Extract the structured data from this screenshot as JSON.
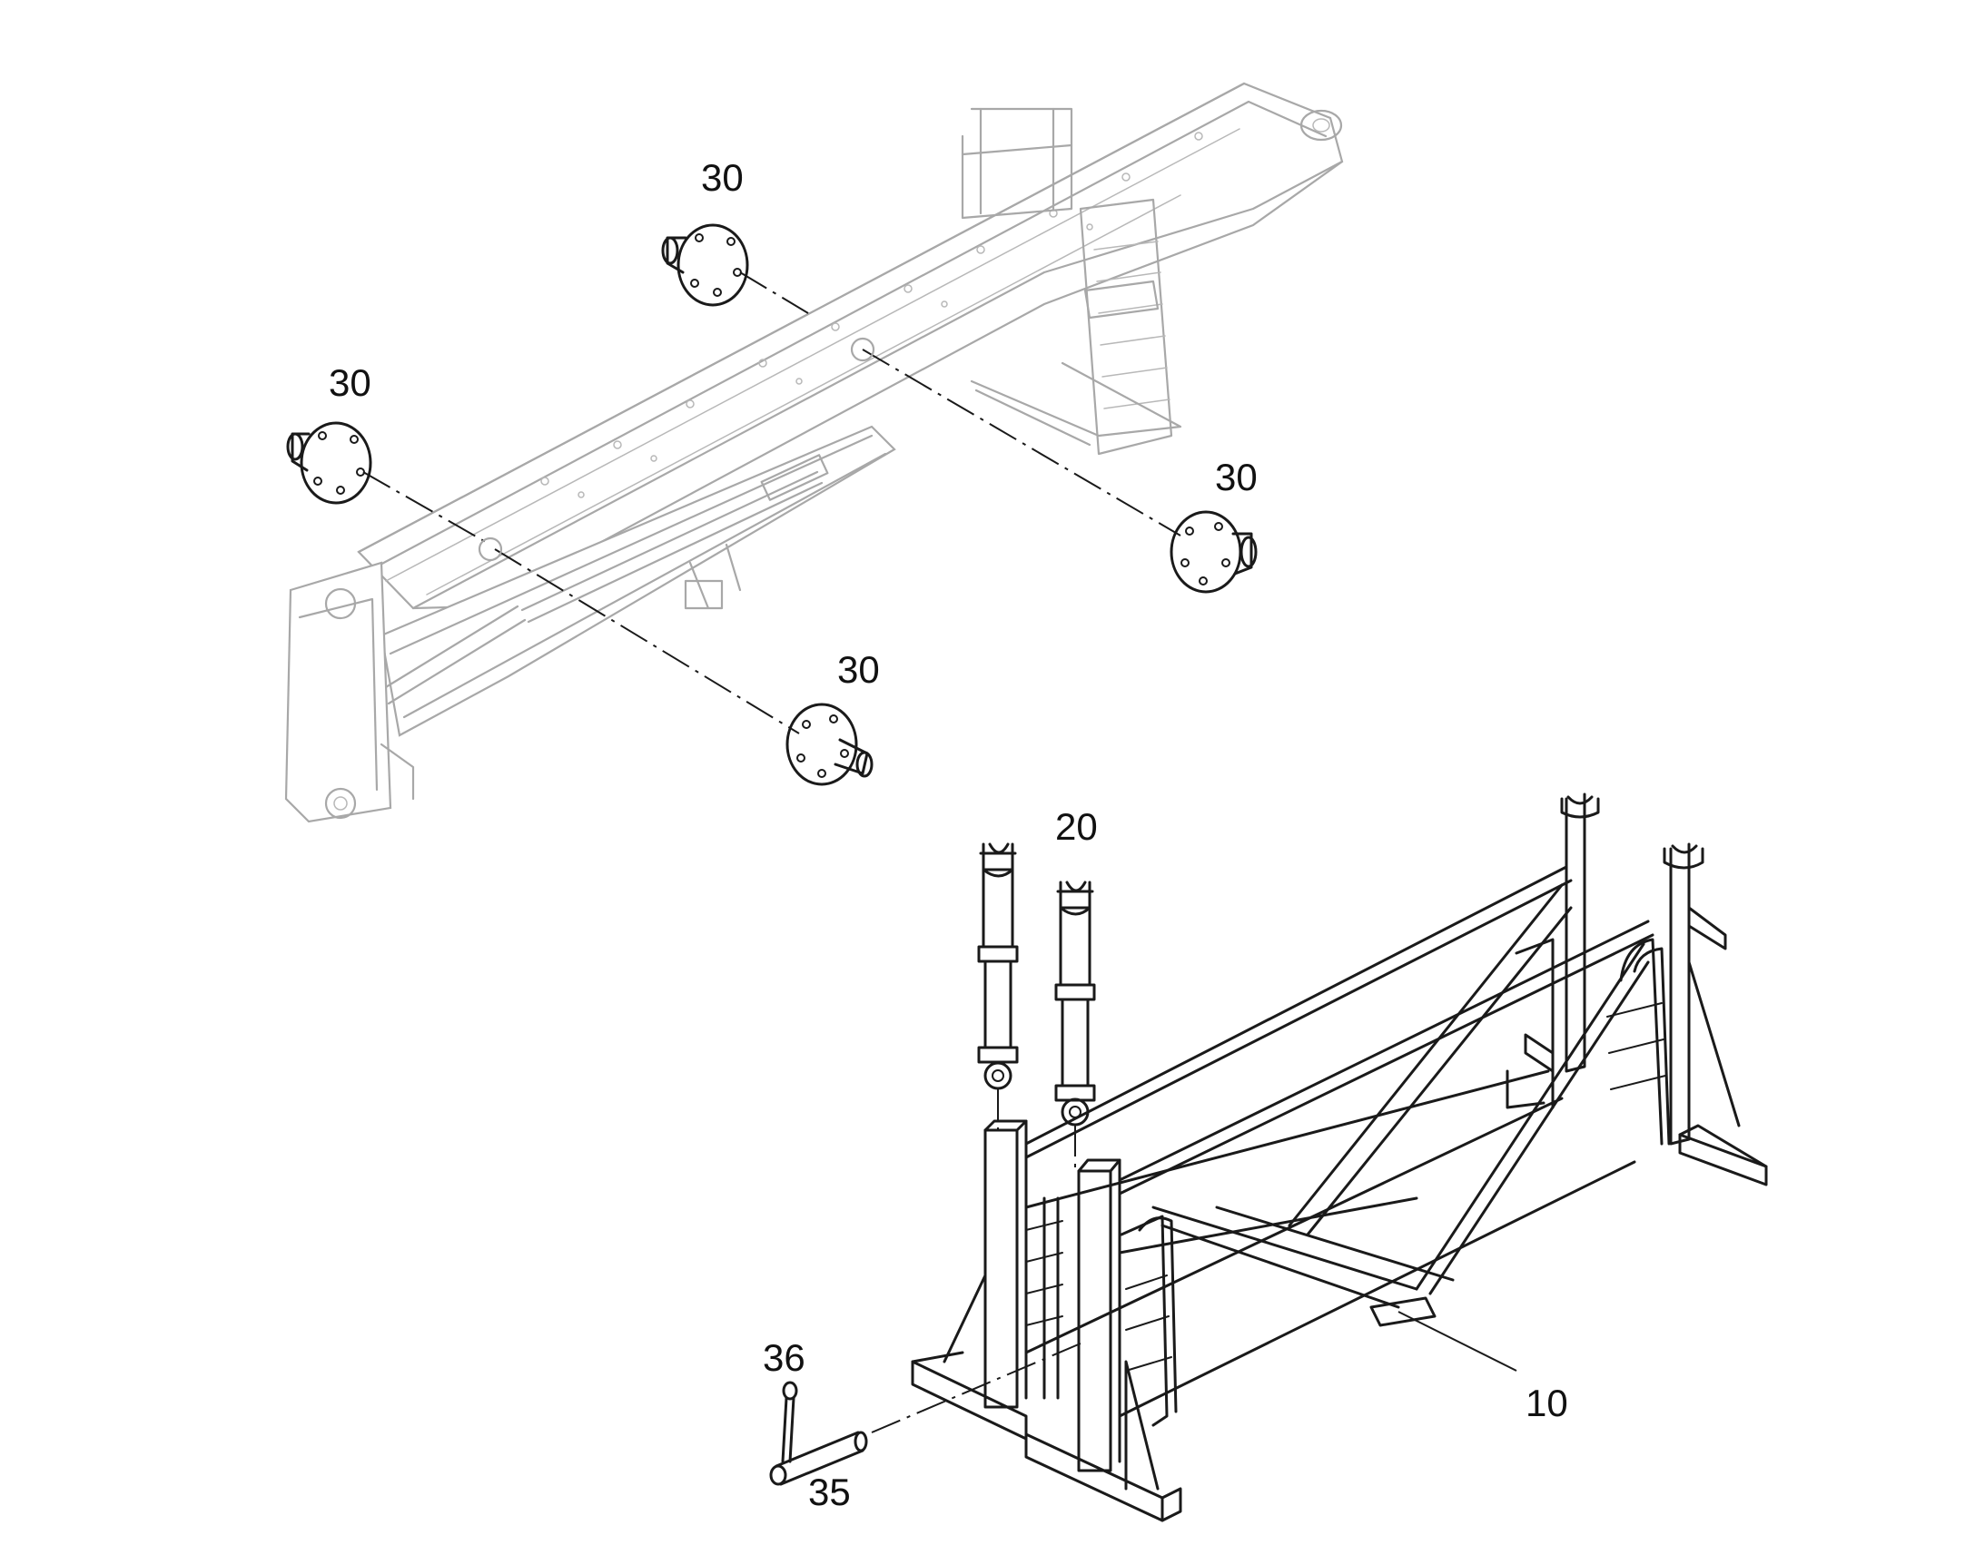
{
  "callouts": {
    "pin_upper_left": "30",
    "pin_left": "30",
    "pin_right": "30",
    "pin_lower": "30",
    "support_posts": "20",
    "frame": "10",
    "split_pin": "36",
    "bolt": "35"
  },
  "colors": {
    "ink": "#1a1a1a",
    "faint_ink": "#a8a8a8",
    "background": "#ffffff"
  }
}
